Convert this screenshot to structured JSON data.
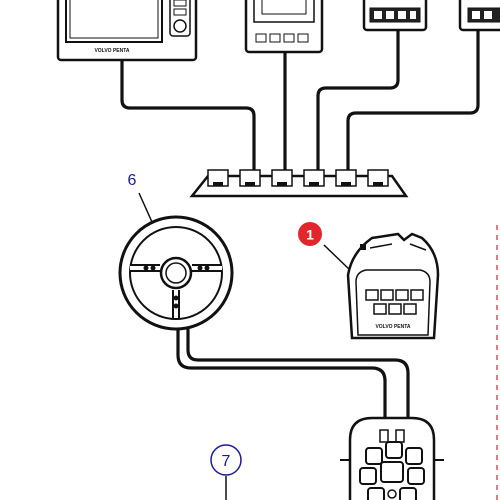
{
  "callouts": {
    "steering_wheel": "6",
    "control_unit": "1",
    "connector": "7"
  },
  "brand": {
    "display_main": "VOLVO PENTA",
    "control_unit": "VOLVO PENTA"
  },
  "colors": {
    "line": "#111111",
    "callout_blue": "#1a1aa0",
    "callout_red": "#e3262b",
    "dashed_border": "#e05050"
  }
}
